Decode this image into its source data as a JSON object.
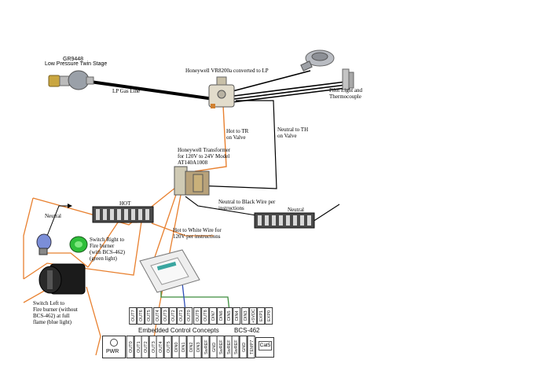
{
  "labels": {
    "regulator_part": "GR9448",
    "regulator_name": "Low Pressure Twin Stage",
    "valve": "Honeywell VR8200a converted to LP",
    "lp_line": "LP Gas Line",
    "pilot": "Pilot Light and\nThermocouple",
    "hot_to_tr": "Hot to TR\non Valve",
    "neutral_to_th": "Neutral to TH\non Valve",
    "transformer": "Honeywell Transformer\nfor 120V to 24V Model\nAT140A1008",
    "hot_block": "HOT",
    "neutral_block": "Neutral",
    "neutral_wire": "Neutral",
    "neutral_black": "Neutral to Black Wire per\ninstructions",
    "hot_white": "Hot to White Wire for\n120V per instructions",
    "switch_right": "Switch Right to\nFire burner\n(with BCS-462)\n(green light)",
    "switch_left": "Switch Left to\nFire burner (without\nBCS-462) at full\nflame (blue light)"
  },
  "board": {
    "brand": "Embedded Control Concepts",
    "model": "BCS-462",
    "pwr": "PWR",
    "cat5": "Cat5",
    "top_pins": [
      "OUT7",
      "OUT6",
      "OUT5",
      "OUT4",
      "OUT3",
      "OUT2",
      "OUT1",
      "OUT0",
      "OUT9",
      "OUT8",
      "DIN7",
      "DIN6",
      "DIN5",
      "DIN4",
      "DIN3",
      "+5VDC",
      "EXP1",
      "EXP0"
    ],
    "bottom_pins": [
      "OUT0",
      "OUT1",
      "OUT2",
      "OUT3",
      "OUT4",
      "OUT5",
      "DIN0",
      "DIN1",
      "DIN2",
      "DIN3",
      "SwREF",
      "GND",
      "SwREF",
      "SwREF",
      "SwREF",
      "GND",
      "TEMP7"
    ]
  },
  "colors": {
    "wire_orange": "#e8802f",
    "wire_black": "#000000",
    "wire_green": "#3c8c3c",
    "wire_blue": "#2f4fb8"
  }
}
